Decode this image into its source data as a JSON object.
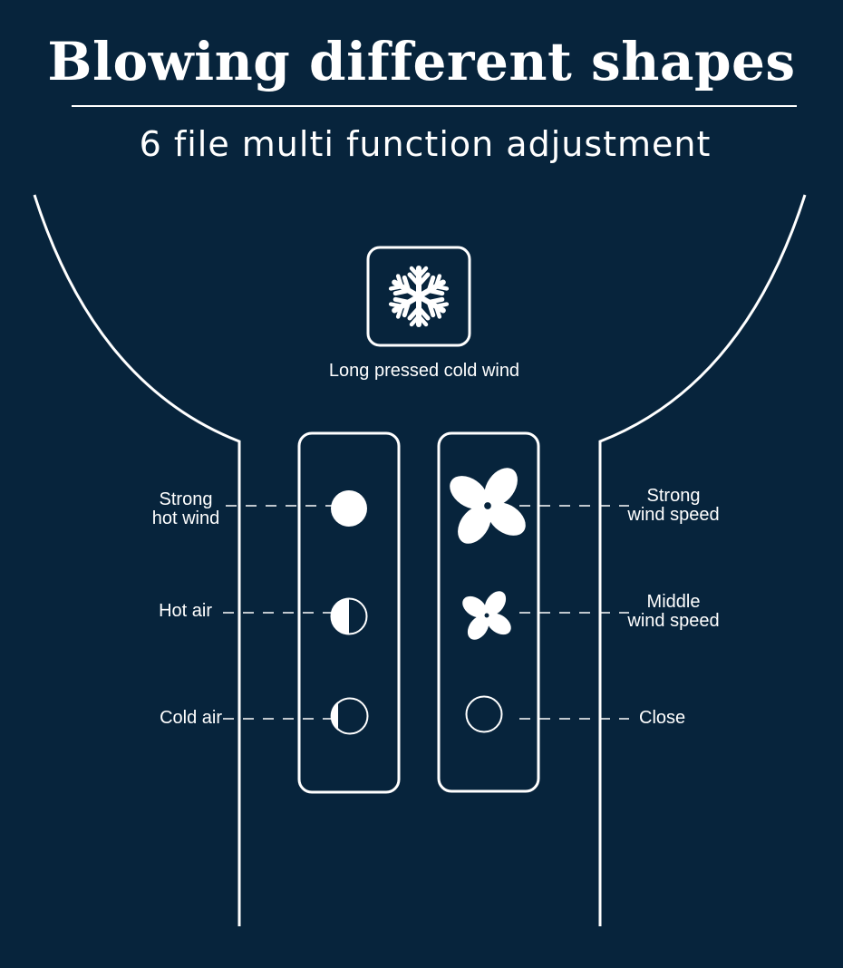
{
  "header": {
    "title": "Blowing different shapes",
    "subtitle": "6 file multi function adjustment"
  },
  "cold_button": {
    "icon": "snowflake-icon",
    "label": "Long pressed cold wind"
  },
  "heat_panel": {
    "items": [
      {
        "icon": "full-circle-icon",
        "label_lines": [
          "Strong",
          "hot wind"
        ]
      },
      {
        "icon": "half-circle-icon",
        "label_lines": [
          "Hot air"
        ]
      },
      {
        "icon": "quarter-circle-icon",
        "label_lines": [
          "Cold air"
        ]
      }
    ]
  },
  "wind_panel": {
    "items": [
      {
        "icon": "fan-large-icon",
        "label_lines": [
          "Strong",
          "wind speed"
        ]
      },
      {
        "icon": "fan-small-icon",
        "label_lines": [
          "Middle",
          "wind speed"
        ]
      },
      {
        "icon": "empty-circle-icon",
        "label_lines": [
          "Close"
        ]
      }
    ]
  },
  "colors": {
    "background": "#07243c",
    "foreground": "#ffffff"
  }
}
